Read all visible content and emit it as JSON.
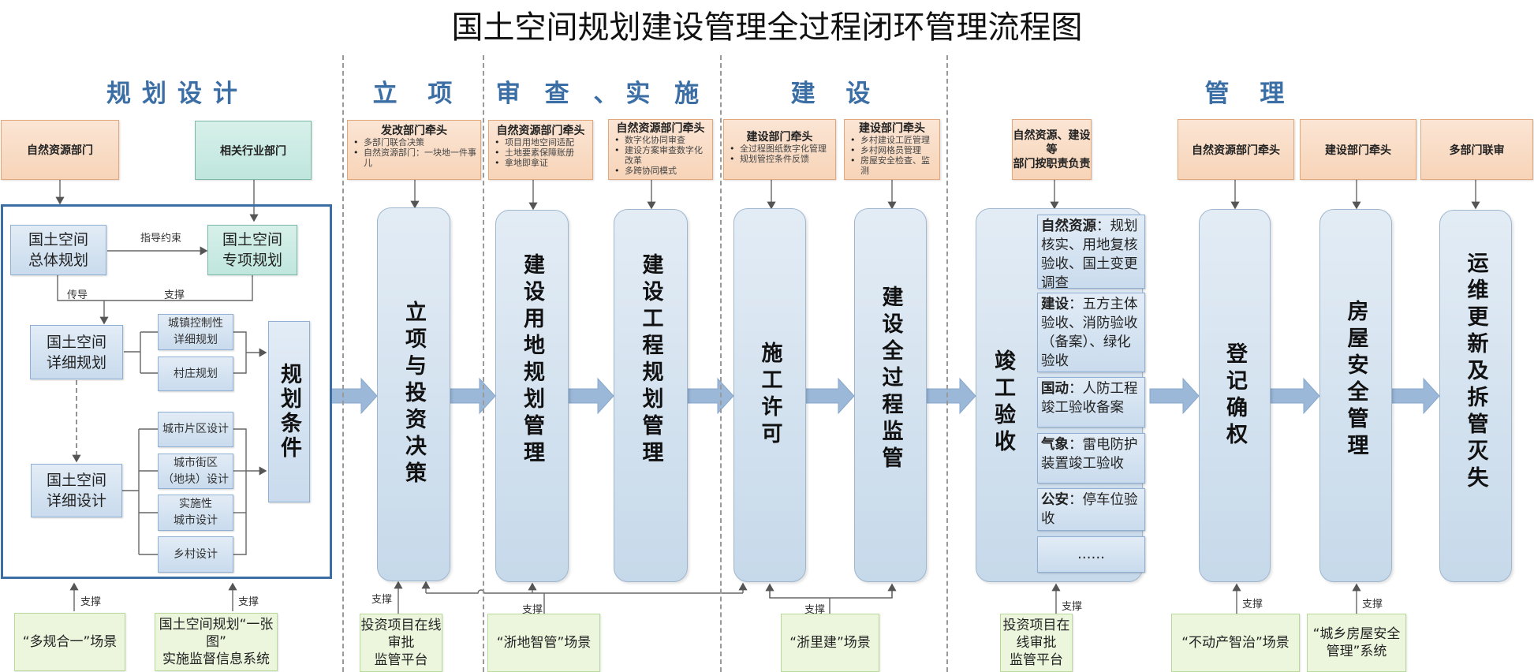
{
  "title": "国土空间规划建设管理全过程闭环管理流程图",
  "colors": {
    "phase": "#3a6ea5",
    "dept_fill": "#f9dcc4",
    "scenario_fill": "#ecf6dd",
    "stage_fill": "#d5e3f0",
    "arrow": "#8fb0d4",
    "frame": "#3a6ea5"
  },
  "phases": [
    "规划设计",
    "立 项",
    "审 查 、实 施",
    "建 设",
    "管 理"
  ],
  "planning": {
    "departments": [
      "自然资源部门",
      "相关行业部门"
    ],
    "boxes": {
      "overall": "国土空间\n总体规划",
      "special": "国土空间\n专项规划",
      "detail_plan": "国土空间\n详细规划",
      "detail_design": "国土空间\n详细设计",
      "town_control": "城镇控制性\n详细规划",
      "village_plan": "村庄规划",
      "city_district": "城市片区设计",
      "city_block": "城市街区\n（地块）设计",
      "implement_design": "实施性\n城市设计",
      "rural_design": "乡村设计",
      "conditions": "规划条件"
    },
    "edge_labels": {
      "guide": "指导约束",
      "transmit": "传导",
      "support": "支撑"
    }
  },
  "dept_boxes": [
    {
      "head": "发改部门牵头",
      "items": [
        "多部门联合决策",
        "自然资源部门：一块地一件事儿"
      ]
    },
    {
      "head": "自然资源部门牵头",
      "items": [
        "项目用地空间适配",
        "土地要素保障账册",
        "拿地即拿证"
      ]
    },
    {
      "head": "自然资源部门牵头",
      "items": [
        "数字化协同审查",
        "建设方案审查数字化改革",
        "多跨协同模式"
      ]
    },
    {
      "head": "建设部门牵头",
      "items": [
        "全过程图纸数字化管理",
        "规划管控条件反馈"
      ]
    },
    {
      "head": "建设部门牵头",
      "items": [
        "乡村建设工匠管理",
        "乡村网格员管理",
        "房屋安全检查、监测"
      ]
    },
    {
      "head": "自然资源、建设等\n部门按职责负责",
      "items": []
    },
    {
      "head": "自然资源部门牵头",
      "items": []
    },
    {
      "head": "建设部门牵头",
      "items": []
    },
    {
      "head": "多部门联审",
      "items": []
    }
  ],
  "stages": [
    "立项与投资决策",
    "建设用地规划管理",
    "建设工程规划管理",
    "施工许可",
    "建设全过程监管",
    "竣工验收",
    "登记确权",
    "房屋安全管理",
    "运维更新及拆管灭失"
  ],
  "acceptance": [
    {
      "dept": "自然资源",
      "sep": "：",
      "text": "规划核实、用地复核验收、国土变更调查"
    },
    {
      "dept": "建设",
      "sep": "：",
      "text": "五方主体验收、消防验收（备案）、绿化验收"
    },
    {
      "dept": "国动",
      "sep": "：",
      "text": "人防工程竣工验收备案"
    },
    {
      "dept": "气象",
      "sep": "：",
      "text": "雷电防护装置竣工验收"
    },
    {
      "dept": "公安",
      "sep": "：",
      "text": "停车位验收"
    },
    {
      "dept": "",
      "sep": "",
      "text": "……"
    }
  ],
  "support_label": "支撑",
  "scenarios": [
    "“多规合一”场景",
    "国土空间规划“一张图”\n实施监督信息系统",
    "投资项目在线审批\n监管平台",
    "“浙地智管”场景",
    "“浙里建”场景",
    "投资项目在线审批\n监管平台",
    "“不动产智治”场景",
    "“城乡房屋安全\n管理”系统"
  ]
}
